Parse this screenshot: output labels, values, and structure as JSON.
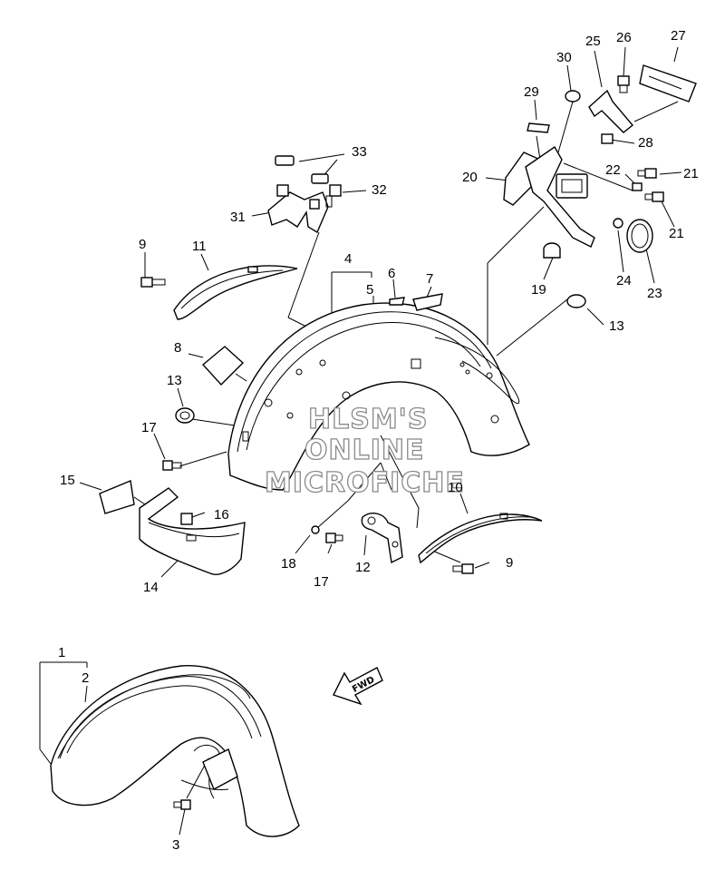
{
  "diagram": {
    "labels": [
      "1",
      "2",
      "3",
      "4",
      "5",
      "6",
      "7",
      "8",
      "9",
      "9",
      "10",
      "11",
      "12",
      "13",
      "13",
      "14",
      "15",
      "16",
      "17",
      "17",
      "18",
      "19",
      "20",
      "21",
      "21",
      "22",
      "23",
      "24",
      "25",
      "26",
      "27",
      "28",
      "29",
      "30",
      "31",
      "32",
      "33"
    ],
    "watermark": [
      "HLSM'S",
      "ONLINE",
      "MICROFICHE"
    ],
    "direction_arrow": "FWD"
  }
}
